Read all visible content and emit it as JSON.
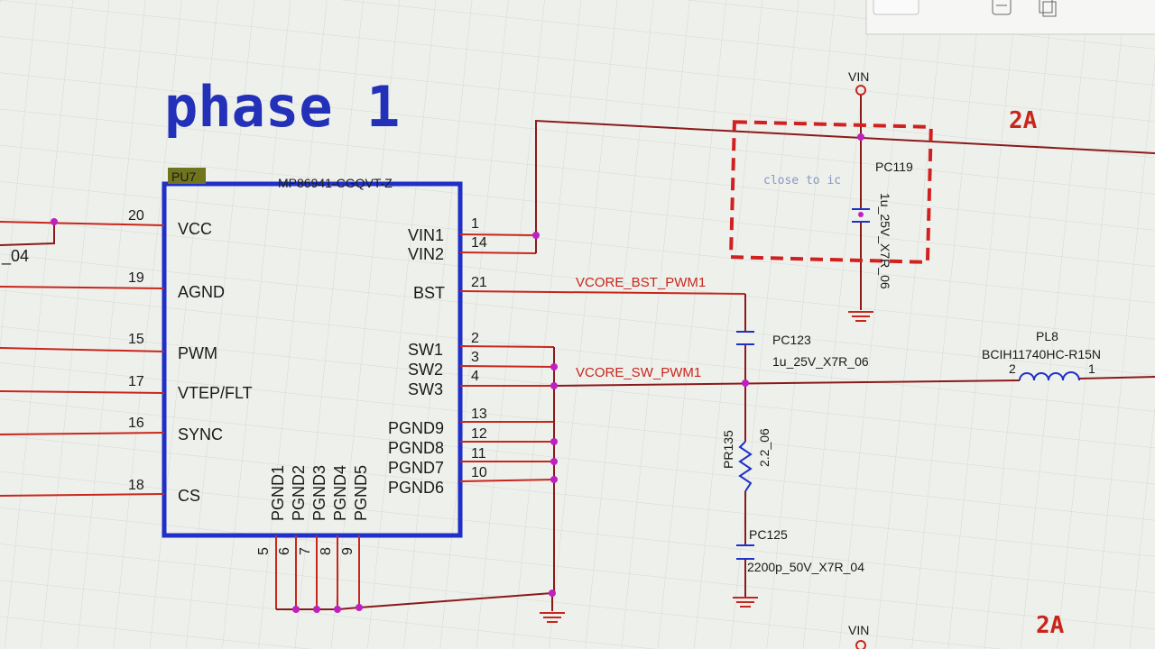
{
  "title": "phase 1",
  "ic": {
    "ref": "PU7",
    "part": "MP86941-CGQVT-Z",
    "left_pins": [
      {
        "num": "20",
        "name": "VCC"
      },
      {
        "num": "19",
        "name": "AGND"
      },
      {
        "num": "15",
        "name": "PWM"
      },
      {
        "num": "17",
        "name": "VTEP/FLT"
      },
      {
        "num": "16",
        "name": "SYNC"
      },
      {
        "num": "18",
        "name": "CS"
      }
    ],
    "right_pins": [
      {
        "num": "1",
        "name": "VIN1"
      },
      {
        "num": "14",
        "name": "VIN2"
      },
      {
        "num": "21",
        "name": "BST"
      },
      {
        "num": "2",
        "name": "SW1"
      },
      {
        "num": "3",
        "name": "SW2"
      },
      {
        "num": "4",
        "name": "SW3"
      },
      {
        "num": "13",
        "name": "PGND9"
      },
      {
        "num": "12",
        "name": "PGND8"
      },
      {
        "num": "11",
        "name": "PGND7"
      },
      {
        "num": "10",
        "name": "PGND6"
      }
    ],
    "bottom_pins": [
      {
        "num": "5",
        "name": "PGND1"
      },
      {
        "num": "6",
        "name": "PGND2"
      },
      {
        "num": "7",
        "name": "PGND3"
      },
      {
        "num": "8",
        "name": "PGND4"
      },
      {
        "num": "9",
        "name": "PGND5"
      }
    ]
  },
  "left_net_fragment": "_04",
  "nets": {
    "vin_top": "VIN",
    "vin_bottom": "VIN",
    "bst": "VCORE_BST_PWM1",
    "sw": "VCORE_SW_PWM1"
  },
  "components": {
    "pc119": {
      "ref": "PC119",
      "value": "1u_25V_X7R_06"
    },
    "pc123": {
      "ref": "PC123",
      "value": "1u_25V_X7R_06"
    },
    "pr135": {
      "ref": "PR135",
      "value": "2.2_06"
    },
    "pc125": {
      "ref": "PC125",
      "value": "2200p_50V_X7R_04"
    },
    "pl8": {
      "ref": "PL8",
      "value": "BCIH11740HC-R15N",
      "pin2": "2",
      "pin1": "1"
    }
  },
  "annotations": {
    "close_to_ic": "close to ic",
    "current_top": "2A",
    "current_bottom": "2A"
  },
  "colors": {
    "background": "#eef0ec",
    "grid": "#d4d8d4",
    "wire": "#8a1a1a",
    "pin": "#c8261c",
    "body_outline": "#1f2fc8",
    "junction": "#c020c0",
    "title": "#2330b8",
    "net_label": "#c8261c",
    "keepout": "#d02020"
  }
}
